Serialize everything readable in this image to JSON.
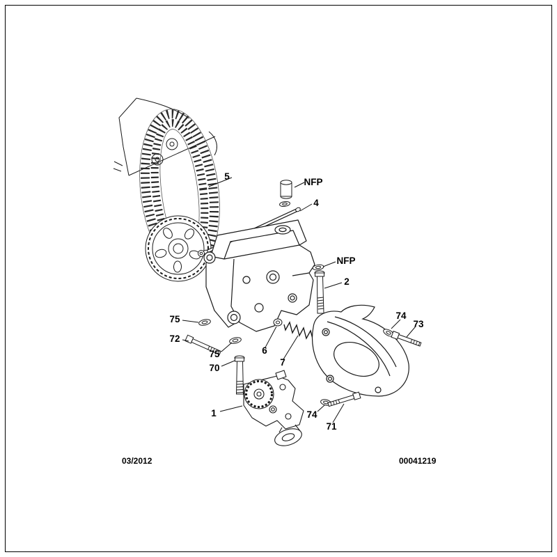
{
  "page": {
    "background": "#ffffff",
    "line_color": "#1a1a1a",
    "border_color": "#000000"
  },
  "figure": {
    "callouts": [
      {
        "label": "5"
      },
      {
        "label": "NFP"
      },
      {
        "label": "4"
      },
      {
        "label": "NFP"
      },
      {
        "label": "2"
      },
      {
        "label": "74"
      },
      {
        "label": "73"
      },
      {
        "label": "75"
      },
      {
        "label": "72"
      },
      {
        "label": "75"
      },
      {
        "label": "70"
      },
      {
        "label": "6"
      },
      {
        "label": "7"
      },
      {
        "label": "1"
      },
      {
        "label": "74"
      },
      {
        "label": "71"
      }
    ],
    "footer": {
      "date": "03/2012",
      "document_number": "00041219"
    }
  }
}
